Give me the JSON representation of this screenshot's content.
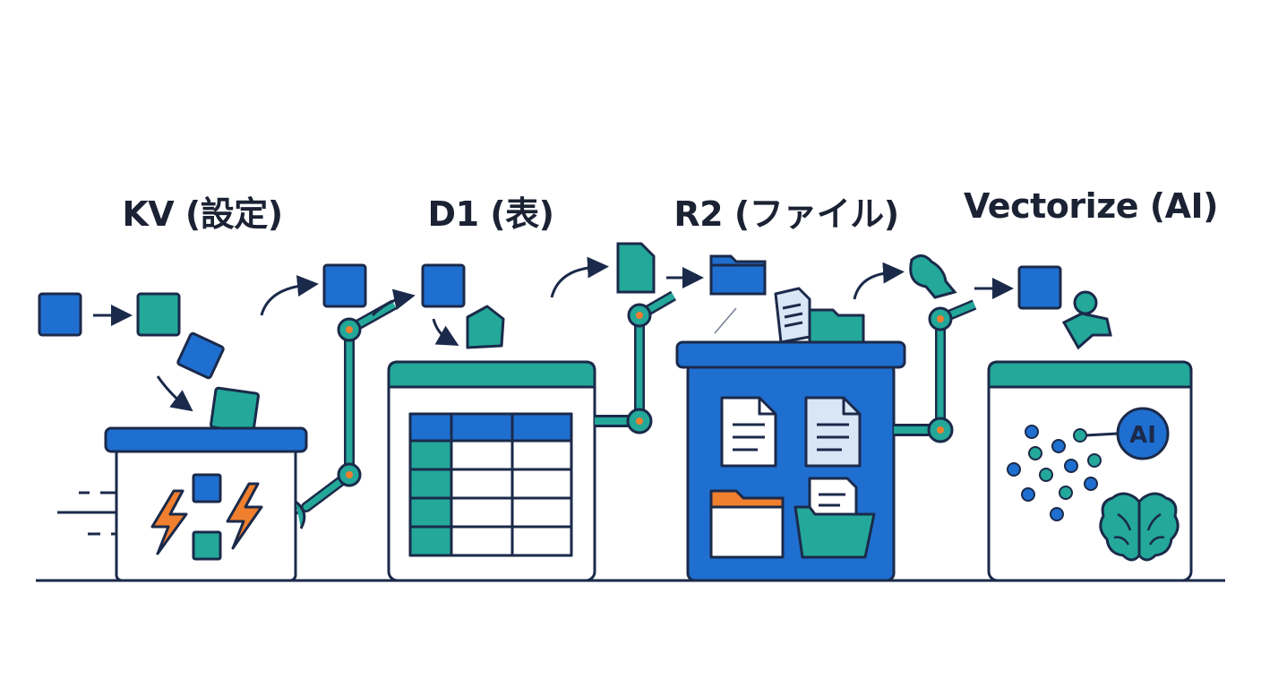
{
  "labels": {
    "kv": "KV (設定)",
    "d1": "D1 (表)",
    "r2": "R2 (ファイル)",
    "vectorize": "Vectorize (AI)"
  },
  "ai_badge": "AI",
  "colors": {
    "blue": "#1f6fd1",
    "teal": "#23a89a",
    "navy": "#1b2a4a",
    "orange": "#f07f2e",
    "light_teal": "#cfe9e6",
    "light_blue": "#d9e6f6"
  },
  "icons": [
    "lightning-icon",
    "document-icon",
    "folder-icon",
    "brain-icon",
    "arrow-icon",
    "robot-arm-icon"
  ]
}
